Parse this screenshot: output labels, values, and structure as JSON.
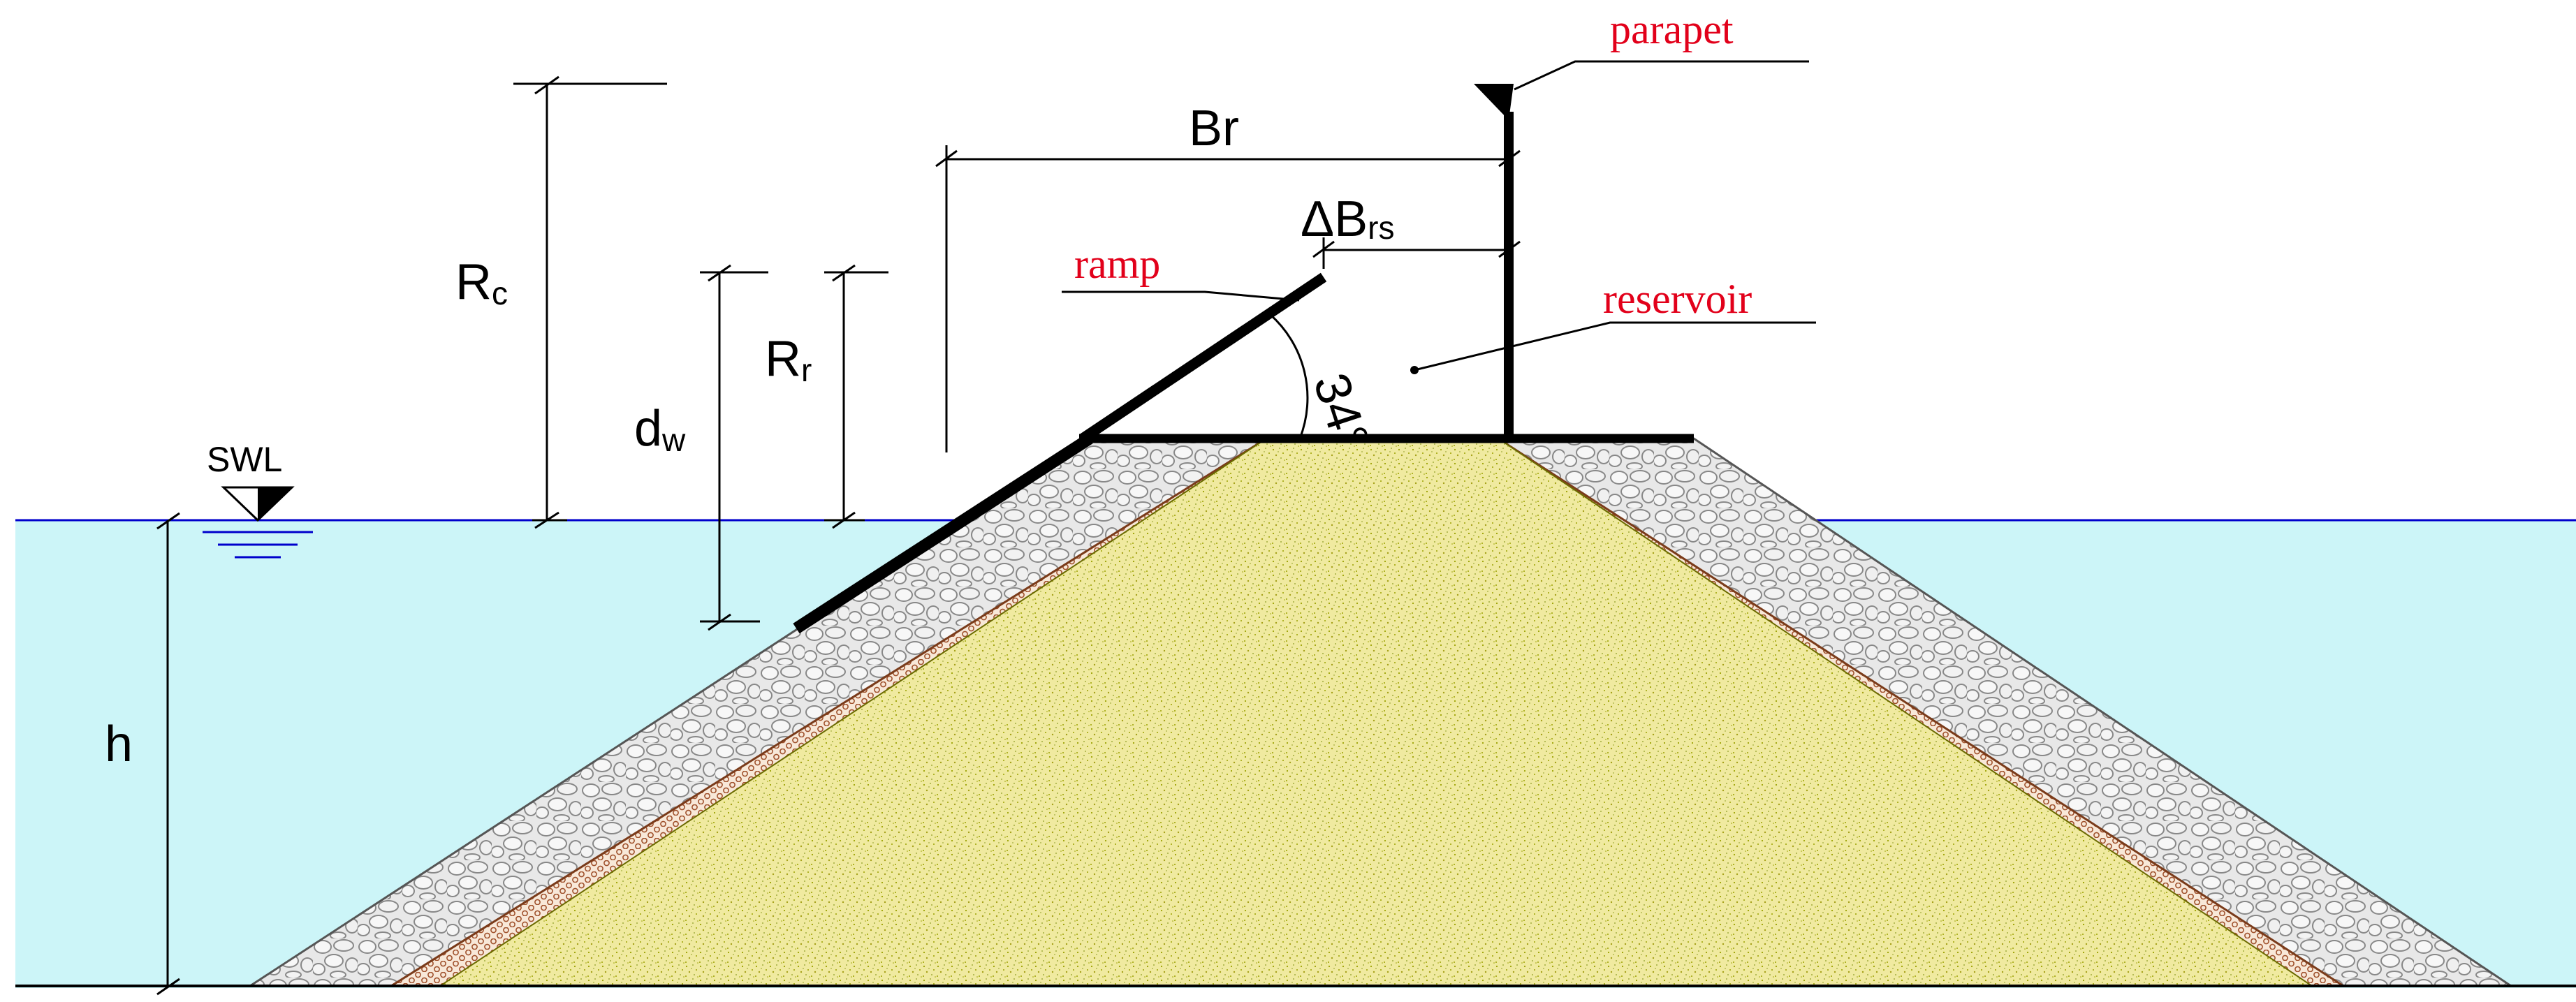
{
  "diagram": {
    "labels": {
      "parapet": "parapet",
      "ramp": "ramp",
      "reservoir": "reservoir",
      "swl": "SWL",
      "angle": "34°",
      "h": "h",
      "rc_main": "R",
      "rc_sub": "c",
      "rr_main": "R",
      "rr_sub": "r",
      "dw_main": "d",
      "dw_sub": "w",
      "br_main": "B",
      "br_sub": "r",
      "dbrs_main": "ΔB",
      "dbrs_sub": "rs"
    },
    "colors": {
      "water": "#ccf5f8",
      "water_line": "#0000cc",
      "core": "#f0eaa0",
      "core_speckle": "#9aa000",
      "armour": "#e7e7e7",
      "filter": "#f8e8d8",
      "filter_hex": "#a0522d",
      "callout_text": "#e2001a"
    }
  }
}
